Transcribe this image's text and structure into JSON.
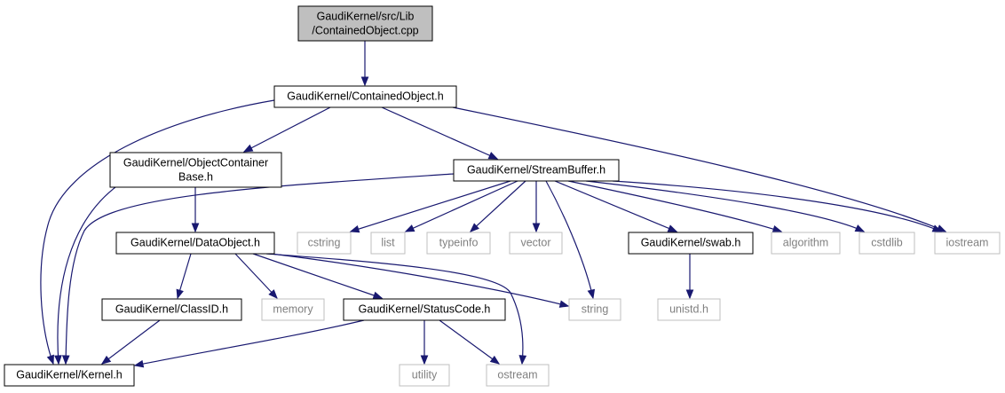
{
  "colors": {
    "edge": "#191970",
    "root_fill": "#bfbfbf",
    "header_border": "#000000",
    "system_border": "#bfbfbf",
    "system_text": "#808080"
  },
  "nodes": {
    "contained_object_cpp": {
      "lines": [
        "GaudiKernel/src/Lib",
        "/ContainedObject.cpp"
      ],
      "kind": "root"
    },
    "contained_object_h": {
      "lines": [
        "GaudiKernel/ContainedObject.h"
      ],
      "kind": "header"
    },
    "object_container_base_h": {
      "lines": [
        "GaudiKernel/ObjectContainer",
        "Base.h"
      ],
      "kind": "header"
    },
    "stream_buffer_h": {
      "lines": [
        "GaudiKernel/StreamBuffer.h"
      ],
      "kind": "header"
    },
    "data_object_h": {
      "lines": [
        "GaudiKernel/DataObject.h"
      ],
      "kind": "header"
    },
    "class_id_h": {
      "lines": [
        "GaudiKernel/ClassID.h"
      ],
      "kind": "header"
    },
    "status_code_h": {
      "lines": [
        "GaudiKernel/StatusCode.h"
      ],
      "kind": "header"
    },
    "kernel_h": {
      "lines": [
        "GaudiKernel/Kernel.h"
      ],
      "kind": "header"
    },
    "swab_h": {
      "lines": [
        "GaudiKernel/swab.h"
      ],
      "kind": "header"
    },
    "cstring": {
      "lines": [
        "cstring"
      ],
      "kind": "system"
    },
    "list": {
      "lines": [
        "list"
      ],
      "kind": "system"
    },
    "typeinfo": {
      "lines": [
        "typeinfo"
      ],
      "kind": "system"
    },
    "vector": {
      "lines": [
        "vector"
      ],
      "kind": "system"
    },
    "algorithm": {
      "lines": [
        "algorithm"
      ],
      "kind": "system"
    },
    "cstdlib": {
      "lines": [
        "cstdlib"
      ],
      "kind": "system"
    },
    "iostream": {
      "lines": [
        "iostream"
      ],
      "kind": "system"
    },
    "memory": {
      "lines": [
        "memory"
      ],
      "kind": "system"
    },
    "string": {
      "lines": [
        "string"
      ],
      "kind": "system"
    },
    "unistd_h": {
      "lines": [
        "unistd.h"
      ],
      "kind": "system"
    },
    "utility": {
      "lines": [
        "utility"
      ],
      "kind": "system"
    },
    "ostream": {
      "lines": [
        "ostream"
      ],
      "kind": "system"
    }
  },
  "edges": [
    {
      "from": "contained_object_cpp",
      "to": "contained_object_h"
    },
    {
      "from": "contained_object_h",
      "to": "object_container_base_h"
    },
    {
      "from": "contained_object_h",
      "to": "stream_buffer_h"
    },
    {
      "from": "contained_object_h",
      "to": "iostream"
    },
    {
      "from": "contained_object_h",
      "to": "kernel_h"
    },
    {
      "from": "object_container_base_h",
      "to": "data_object_h"
    },
    {
      "from": "object_container_base_h",
      "to": "kernel_h"
    },
    {
      "from": "stream_buffer_h",
      "to": "kernel_h"
    },
    {
      "from": "stream_buffer_h",
      "to": "cstring"
    },
    {
      "from": "stream_buffer_h",
      "to": "list"
    },
    {
      "from": "stream_buffer_h",
      "to": "typeinfo"
    },
    {
      "from": "stream_buffer_h",
      "to": "vector"
    },
    {
      "from": "stream_buffer_h",
      "to": "string"
    },
    {
      "from": "stream_buffer_h",
      "to": "swab_h"
    },
    {
      "from": "stream_buffer_h",
      "to": "algorithm"
    },
    {
      "from": "stream_buffer_h",
      "to": "cstdlib"
    },
    {
      "from": "stream_buffer_h",
      "to": "iostream"
    },
    {
      "from": "data_object_h",
      "to": "class_id_h"
    },
    {
      "from": "data_object_h",
      "to": "memory"
    },
    {
      "from": "data_object_h",
      "to": "status_code_h"
    },
    {
      "from": "data_object_h",
      "to": "string"
    },
    {
      "from": "data_object_h",
      "to": "ostream"
    },
    {
      "from": "class_id_h",
      "to": "kernel_h"
    },
    {
      "from": "status_code_h",
      "to": "kernel_h"
    },
    {
      "from": "status_code_h",
      "to": "utility"
    },
    {
      "from": "status_code_h",
      "to": "ostream"
    },
    {
      "from": "swab_h",
      "to": "unistd_h"
    }
  ]
}
